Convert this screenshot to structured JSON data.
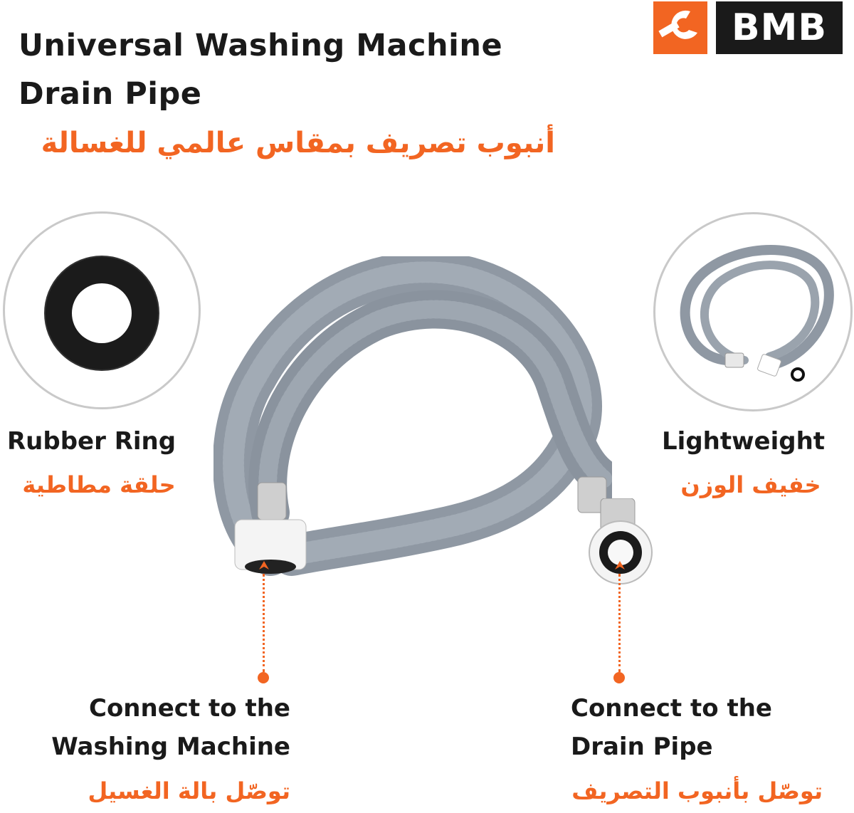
{
  "header": {
    "title_line1": "Universal Washing Machine",
    "title_line2": "Drain Pipe",
    "title_ar": "أنبوب تصريف بمقاس عالمي للغسالة"
  },
  "logo": {
    "text": "BMB",
    "icon": "wrench-icon",
    "accent_color": "#f26522",
    "box_color": "#1a1a1a"
  },
  "features": {
    "rubber_ring": {
      "en": "Rubber Ring",
      "ar": "حلقة مطاطية"
    },
    "lightweight": {
      "en": "Lightweight",
      "ar": "خفيف الوزن"
    }
  },
  "connections": {
    "washing_machine": {
      "en_line1": "Connect to the",
      "en_line2": "Washing Machine",
      "ar": "توصّل بالة الغسيل"
    },
    "drain_pipe": {
      "en_line1": "Connect to the",
      "en_line2": "Drain Pipe",
      "ar": "توصّل بأنبوب التصريف"
    }
  },
  "colors": {
    "accent": "#f26522",
    "hose": "#8f98a3",
    "text": "#1a1a1a"
  }
}
